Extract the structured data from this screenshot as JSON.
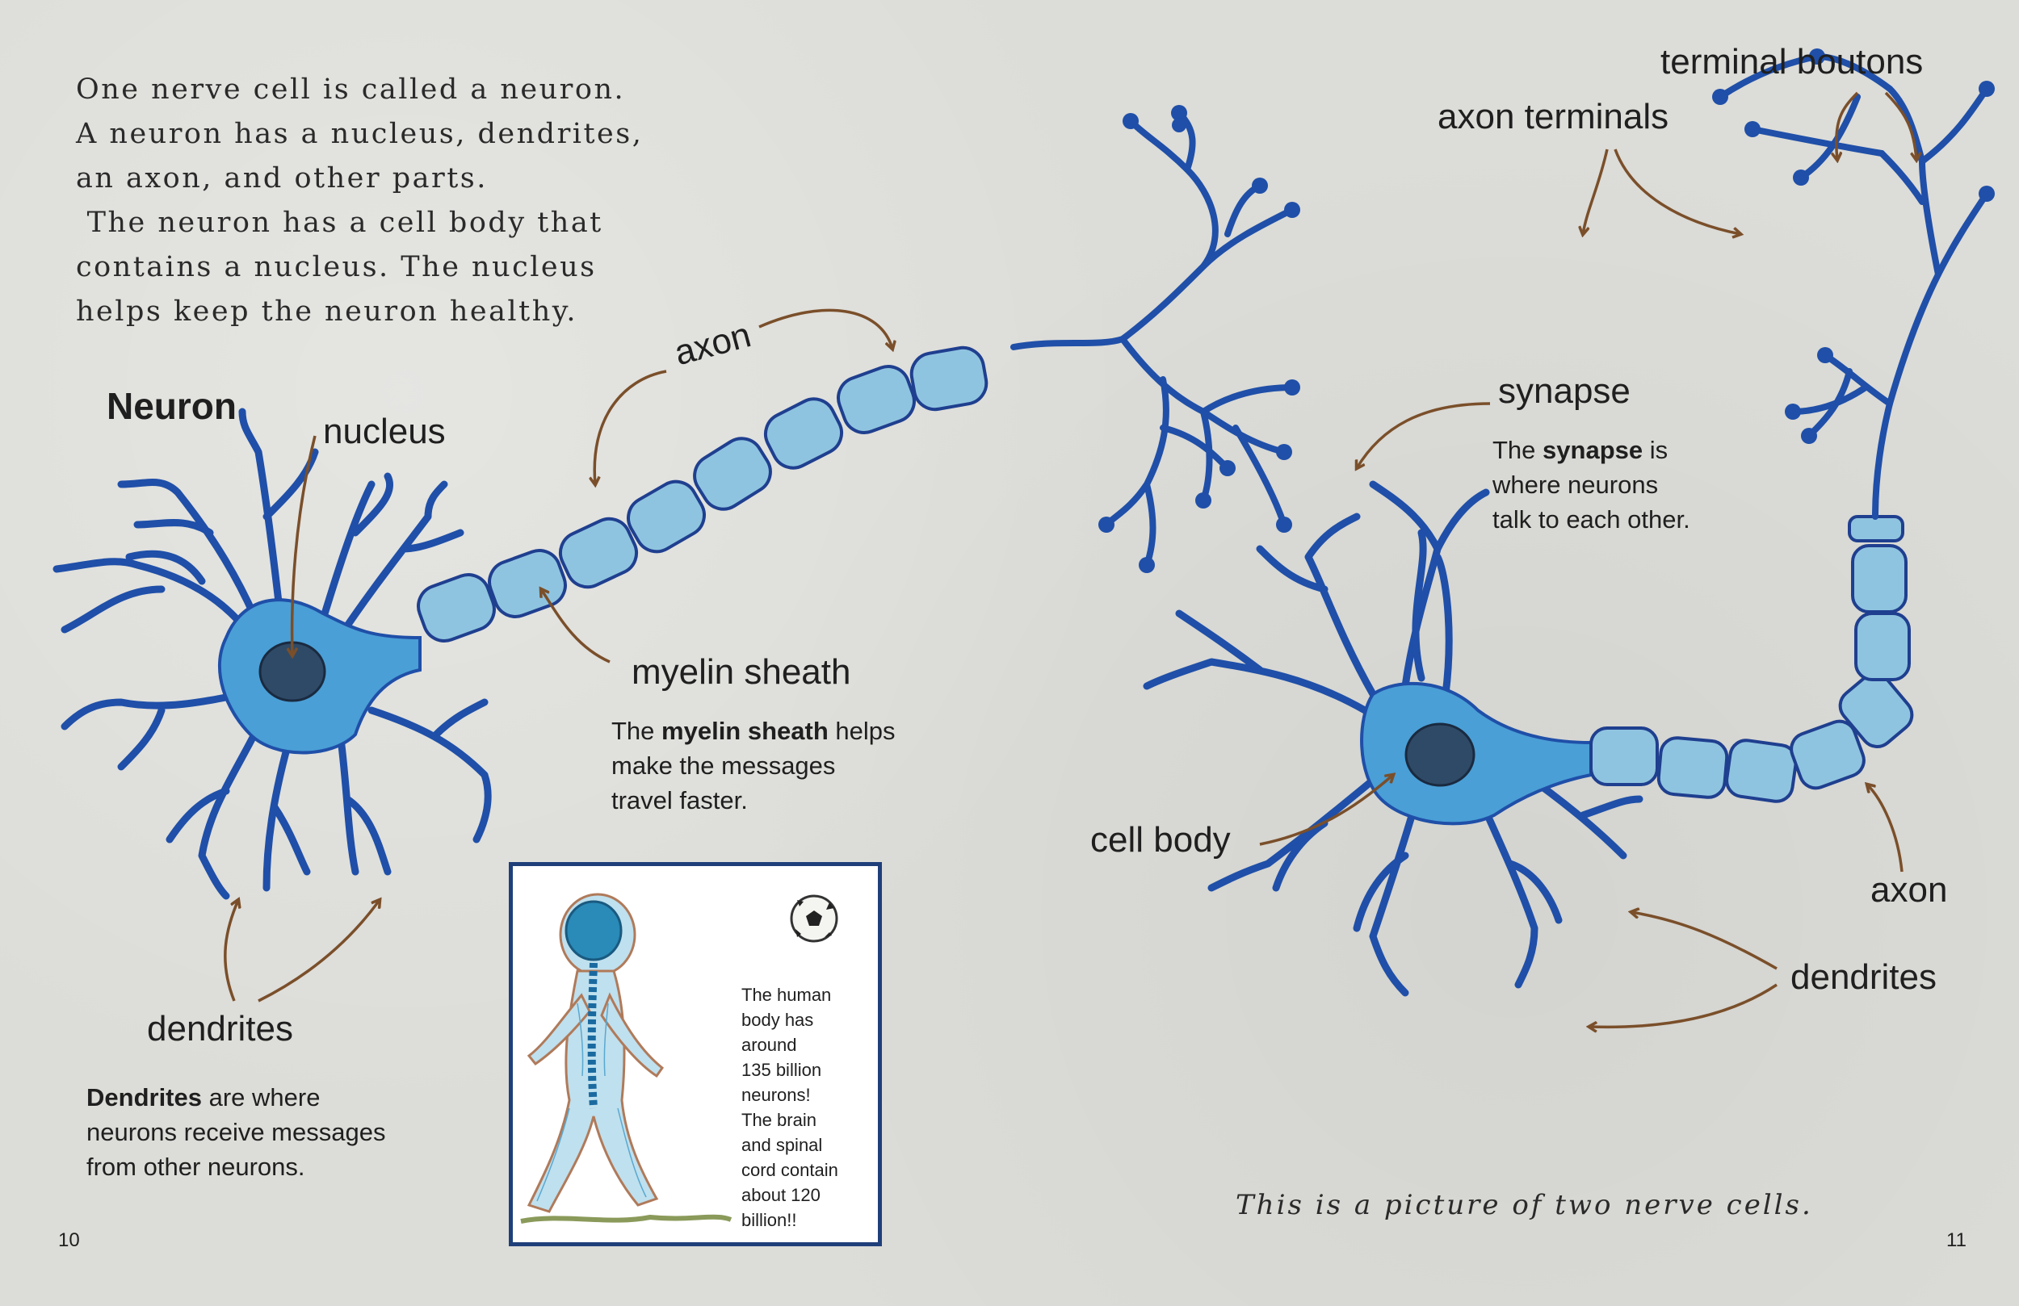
{
  "intro_lines": [
    "One nerve cell is called a neuron.",
    "A neuron has a nucleus, dendrites,",
    "an axon, and other parts.",
    " The neuron has a cell body that",
    "contains a nucleus. The nucleus",
    "helps keep the neuron healthy."
  ],
  "labels": {
    "title": "Neuron",
    "nucleus": "nucleus",
    "axon_top": "axon",
    "myelin_sheath": "myelin sheath",
    "dendrites_left": "dendrites",
    "terminal_boutons": "terminal boutons",
    "axon_terminals": "axon terminals",
    "synapse": "synapse",
    "cell_body": "cell body",
    "axon_right": "axon",
    "dendrites_right": "dendrites"
  },
  "myelin_note": {
    "bold": "myelin sheath",
    "line1_prefix": "The ",
    "line1_suffix": " helps",
    "line2": "make the messages",
    "line3": "travel faster."
  },
  "dendrites_note": {
    "bold": "Dendrites",
    "line1_suffix": " are where",
    "line2": "neurons receive messages",
    "line3": "from other neurons."
  },
  "synapse_note": {
    "bold": "synapse",
    "line1_prefix": "The ",
    "line1_suffix": " is",
    "line2": "where neurons",
    "line3": "talk to each other."
  },
  "inset_lines": [
    "The human",
    "body has",
    "around",
    "135 billion",
    "neurons!",
    "The brain",
    "and spinal",
    "cord contain",
    "about 120",
    "billion!!"
  ],
  "caption": "This is a picture of two nerve cells.",
  "page_numbers": {
    "left": "10",
    "right": "11"
  },
  "colors": {
    "background": "#dcdcd8",
    "neuron_fill": "#4a9fd6",
    "neuron_outline": "#1f3f8f",
    "myelin_fill": "#8fc4e0",
    "nucleus": "#2f4a66",
    "arrow": "#7a4f2a",
    "inset_border": "#1f3f7a"
  }
}
